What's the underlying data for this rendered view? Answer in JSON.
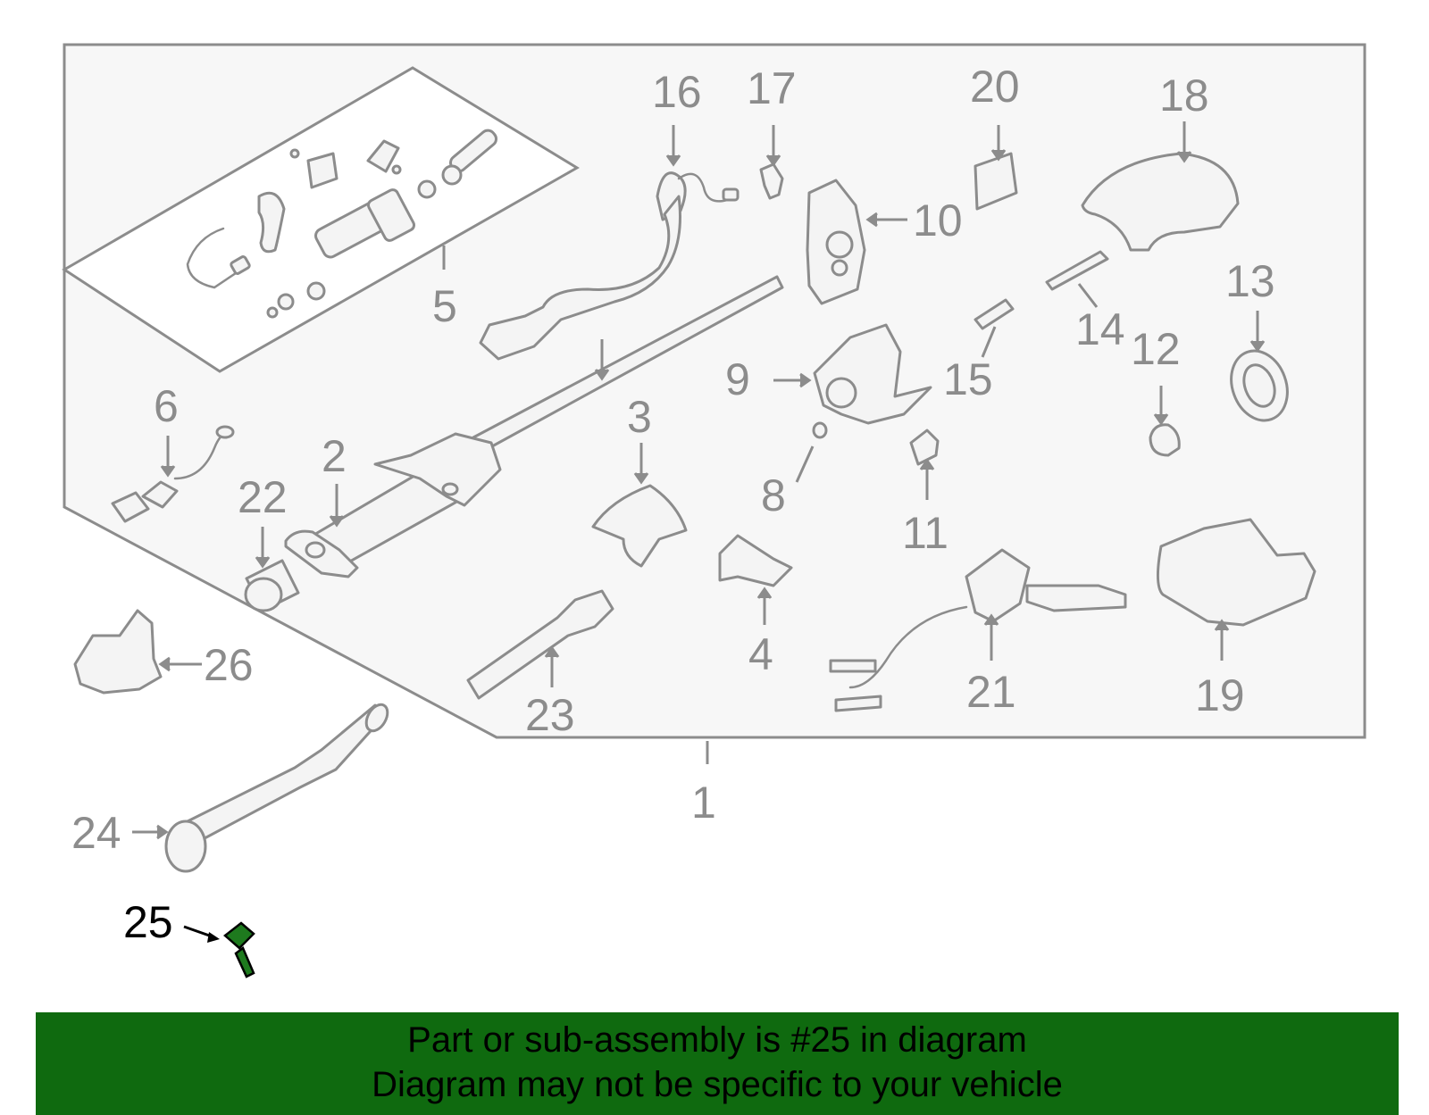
{
  "diagram": {
    "callouts": [
      "1",
      "2",
      "3",
      "4",
      "5",
      "6",
      "8",
      "9",
      "10",
      "11",
      "12",
      "13",
      "14",
      "15",
      "16",
      "17",
      "18",
      "19",
      "20",
      "21",
      "22",
      "23",
      "24",
      "25",
      "26"
    ],
    "highlight_callout": "25",
    "colors": {
      "line": "#8c8c8c",
      "fill": "#f4f4f4",
      "highlight": "#1e7a1e",
      "banner": "#0f6a0f"
    }
  },
  "banner": {
    "line1": "Part or sub-assembly is #25 in diagram",
    "line2": "Diagram may not be specific to your vehicle"
  }
}
